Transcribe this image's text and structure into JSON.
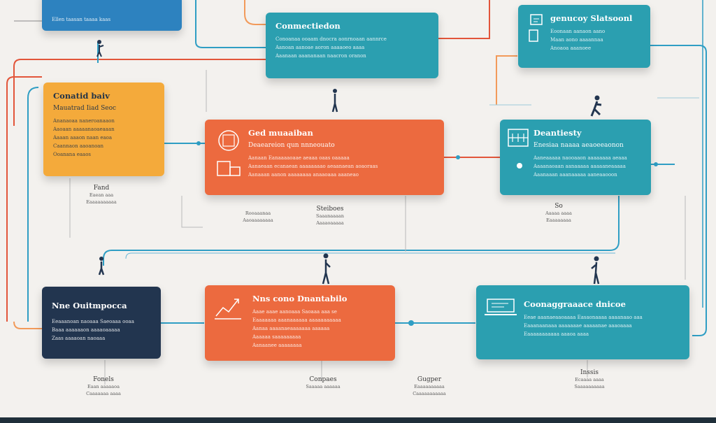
{
  "cards": {
    "top_blue": {
      "lines": [
        "Ellen taasan taaaa kaas"
      ]
    },
    "top_center": {
      "title": "Conmectiedon",
      "lines": [
        "Conoanaa ooaam dnocra aonrnoaan aannrce",
        "Aanoan aanoae aoron aaaaoeo aaaa",
        "Aaanaan aaananaan naacron oranon"
      ]
    },
    "top_right": {
      "title": "genucoy Slatsoonl",
      "lines": [
        "Eoonaan aanaon aano",
        "Maan aono aaaannaa",
        "Anoaoa aaanoee"
      ]
    },
    "amber": {
      "title": "Conatid baiv",
      "subtitle": "Mauatrad Iiad Seoc",
      "lines": [
        "Ananaoaa naneroanaaon",
        "Aaoaan aaaaanaoaeaaan",
        "Aaaan aaaon naan eaoa",
        "Caannaon aaoanoan",
        "Ooanana eaaos"
      ]
    },
    "orange_center": {
      "title": "Ged muaaiban",
      "subtitle": "Deaeareion qun nnneouato",
      "lines": [
        "Aanaan Eanaaaaoaae aeaaa oaas oaaaaa",
        "Aanaeaan ecanaean aaaaaaaao aeaanaean aoaoraas",
        "Aanaaan aanon aaaaaaaa anaaoaaa aaaneao"
      ]
    },
    "teal_right": {
      "title": "Deantiesty",
      "subtitle": "Enesiaa naaaa aeaoeeaonon",
      "lines": [
        "Aaneaaaaa naooaaon aaaaaaaa aeaaa",
        "Aaaanaoaan aanaaaaa aaaaaneaaaaa",
        "Aaanaaan aaanaaaaa aaneaaooon"
      ]
    },
    "navy": {
      "title": "Nne Ouitmpocca",
      "lines": [
        "Eeaaanoan naoaaa Saeoaaa ooaa",
        "Baaa aaaaaaon aaaaoaaaaa",
        "Zaas aaaaoan naoaaa"
      ]
    },
    "orange_bottom": {
      "title": "Nns cono Dnantabilo",
      "lines": [
        "Aaae aaae aanoaaa Saoaaa aaa se",
        "Eaaaaaaa aaanaaaaaa aaaaaaaaaaa",
        "Aanaa aaaanaeaaaaaaa aaaaaa",
        "Aaaaaa saaaaaaaaa",
        "Aanaanee aaaaaaaa"
      ]
    },
    "teal_bottom": {
      "title": "Coonaggraaace dnicoe",
      "lines": [
        "Eeae aaanaeaaoaaaa Easaonaaaa aaaanaao aaa",
        "Eaaanaanaaa aaaaaaae aaaaanae aaaoaaaa",
        "Eaaaaaaaaaaa aaaoa aaaa"
      ]
    }
  },
  "captions": {
    "amber_below": {
      "head": "Fand",
      "lines": [
        "Eaean aaa",
        "Eaaaaaaaaaa"
      ]
    },
    "center_left": {
      "head": "",
      "lines": [
        "Rooaaanaa",
        "Aaoaaaaaaaa"
      ]
    },
    "center_mid": {
      "head": "Steiboes",
      "lines": [
        "Saaanaaaan",
        "Aaaaoaaaaa"
      ]
    },
    "right_mid": {
      "head": "So",
      "lines": [
        "Aaaaa aaaa",
        "Eaaaaaaaa"
      ]
    },
    "bottom_left": {
      "head": "Fonels",
      "lines": [
        "Eaan aaaaaoa",
        "Caaaaaaa aaaa"
      ]
    },
    "bottom_center": {
      "head": "Conpaes",
      "lines": [
        "Saaaaa aaaaaa"
      ]
    },
    "bottom_mid": {
      "head": "Gugper",
      "lines": [
        "Eaaaaaaaaaa",
        "Caaaaaaaaaaa"
      ]
    },
    "bottom_right": {
      "head": "Inssis",
      "lines": [
        "Ecaaaa aaaa",
        "Saaaaaaaaaa"
      ]
    }
  },
  "colors": {
    "teal": "#2b9fb0",
    "blue": "#2d82bf",
    "orange": "#ec6a3f",
    "amber": "#f4aa3b",
    "navy": "#22354f",
    "connector_red": "#e2553a",
    "connector_teal": "#2f9ec4"
  },
  "icons": {
    "orange_center": "document-settings-icon",
    "orange_bottom": "chart-trend-icon",
    "teal_right": "calendar-icon",
    "teal_bottom": "laptop-icon",
    "top_right": "clipboard-icon",
    "figures": "person-figure-icon"
  }
}
